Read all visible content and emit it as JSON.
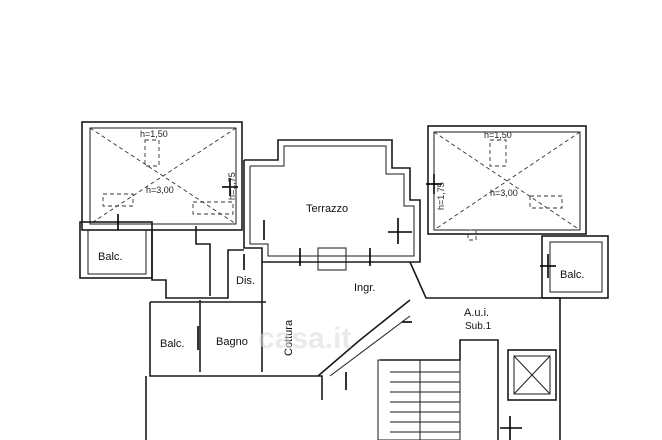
{
  "rooms": {
    "terrazzo": "Terrazzo",
    "balc_left": "Balc.",
    "balc_right": "Balc.",
    "balc_bottom": "Balc.",
    "dis": "Dis.",
    "ingr": "Ingr.",
    "bagno": "Bagno",
    "cottura": "Cottura",
    "aui": "A.u.i.",
    "sub": "Sub.1"
  },
  "heights": {
    "left_top": "h=1,50",
    "left_mid": "h=3,00",
    "left_side": "h=1,75",
    "right_top": "h=1,50",
    "right_mid": "h=3,00",
    "right_side": "h=1,75"
  },
  "watermark": "casa.it"
}
